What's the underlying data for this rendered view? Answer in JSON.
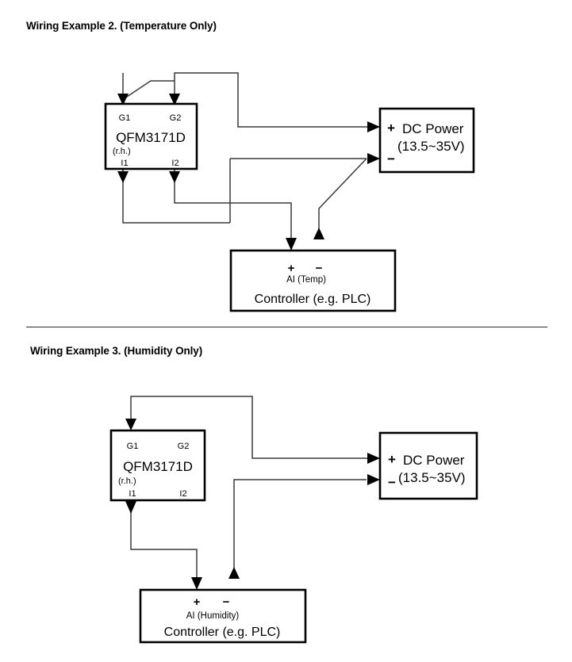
{
  "page": {
    "background": "#ffffff",
    "line_color": "#3a3a3a",
    "box_stroke": "#000000",
    "divider_color": "#2b2b2b"
  },
  "diagrams": [
    {
      "id": "wiring-example-2",
      "title": "Wiring Example 2. (Temperature Only)",
      "sensor": {
        "model": "QFM3171D",
        "subtitle": "(r.h.)",
        "ports": {
          "top_left": "G1",
          "top_right": "G2",
          "bottom_left": "I1",
          "bottom_right": "I2"
        }
      },
      "power": {
        "name": "DC Power",
        "range": "(13.5~35V)",
        "plus": "+",
        "minus": "−"
      },
      "controller": {
        "name": "Controller (e.g. PLC)",
        "input_label": "AI (Temp)",
        "plus": "+",
        "minus": "−"
      }
    },
    {
      "id": "wiring-example-3",
      "title": "Wiring Example 3. (Humidity Only)",
      "sensor": {
        "model": "QFM3171D",
        "subtitle": "(r.h.)",
        "ports": {
          "top_left": "G1",
          "top_right": "G2",
          "bottom_left": "I1",
          "bottom_right": "I2"
        }
      },
      "power": {
        "name": "DC Power",
        "range": "(13.5~35V)",
        "plus": "+",
        "minus": "−"
      },
      "controller": {
        "name": "Controller (e.g. PLC)",
        "input_label": "AI (Humidity)",
        "plus": "+",
        "minus": "−"
      }
    }
  ]
}
